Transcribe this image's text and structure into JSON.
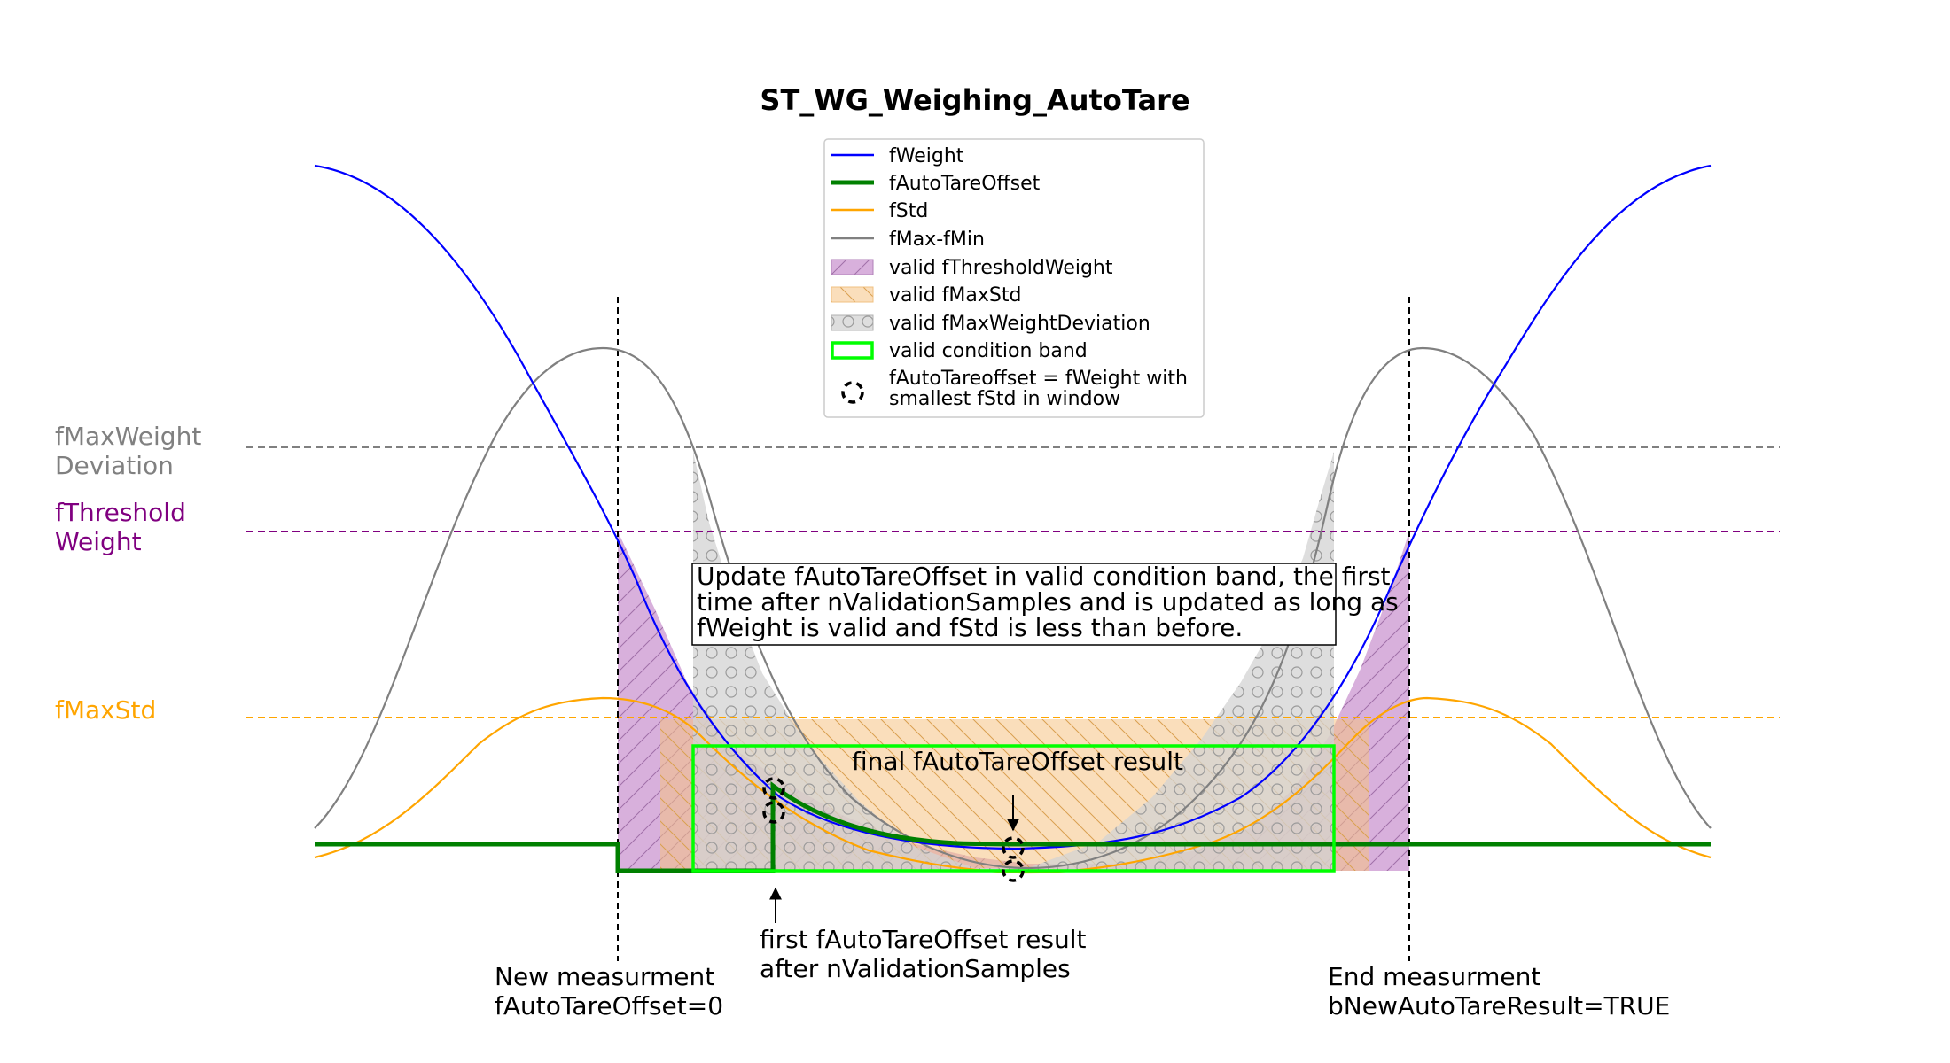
{
  "figure": {
    "title": "ST_WG_Weighing_AutoTare",
    "side_labels": {
      "max_weight_deviation": [
        "fMaxWeight",
        "Deviation"
      ],
      "threshold_weight": [
        "fThreshold",
        "Weight"
      ],
      "max_std": [
        "fMaxStd"
      ]
    },
    "annotations": {
      "update_box": [
        "Update fAutoTareOffset in valid condition band, the first",
        "time after nValidationSamples and is updated as long as",
        "fWeight is valid and fStd is less than before."
      ],
      "final_result": "final fAutoTareOffset result",
      "first_result": [
        "first fAutoTareOffset result",
        "after nValidationSamples"
      ],
      "new_measurement": [
        "New measurment",
        "fAutoTareOffset=0"
      ],
      "end_measurement": [
        "End measurment",
        "bNewAutoTareResult=TRUE"
      ]
    },
    "legend": [
      {
        "label": "fWeight",
        "kind": "line",
        "color": "#0000ff"
      },
      {
        "label": "fAutoTareOffset",
        "kind": "line-thick",
        "color": "#008000"
      },
      {
        "label": "fStd",
        "kind": "line",
        "color": "#ffa500"
      },
      {
        "label": "fMax-fMin",
        "kind": "line",
        "color": "#808080"
      },
      {
        "label": "valid fThresholdWeight",
        "kind": "patch-hatch",
        "color": "#800080"
      },
      {
        "label": "valid fMaxStd",
        "kind": "patch-hatch",
        "color": "#ffa500"
      },
      {
        "label": "valid fMaxWeightDeviation",
        "kind": "patch-circles",
        "color": "#808080"
      },
      {
        "label": "valid condition band",
        "kind": "box",
        "color": "#00ff00"
      },
      {
        "label": [
          "fAutoTareoffset = fWeight with",
          "smallest fStd in window"
        ],
        "kind": "dashed-circle",
        "color": "#000000"
      }
    ],
    "colors": {
      "weight": "#0000ff",
      "offset": "#008000",
      "std": "#ffa500",
      "maxmin": "#808080",
      "threshold": "#800080",
      "band": "#00ff00"
    }
  }
}
